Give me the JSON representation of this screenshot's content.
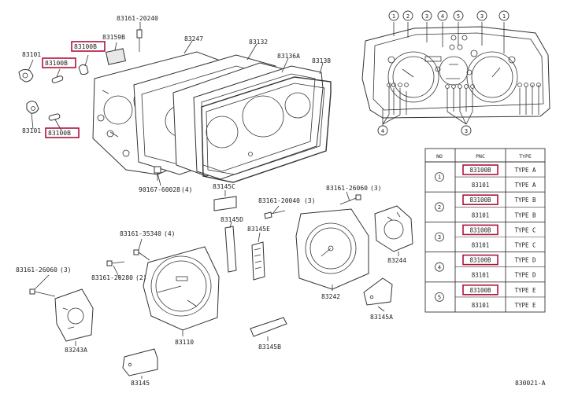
{
  "labels": {
    "p83101_top": "83101",
    "p83100B_a": "83100B",
    "p83100B_b": "83100B",
    "p83100B_c": "83100B",
    "p83101_bot": "83101",
    "p83161_20240": "83161-20240",
    "p83159B": "83159B",
    "p83247": "83247",
    "p83132": "83132",
    "p83136A": "83136A",
    "p83138": "83138",
    "p90167": "90167-60028",
    "p83145C": "83145C",
    "p83145D": "83145D",
    "p83145E": "83145E",
    "p83161_20040": "83161-20040",
    "p83161_26060a": "83161-26060",
    "p83161_35340": "83161-35340",
    "p83161_20280": "83161-20280",
    "p83161_26060b": "83161-26060",
    "p83110": "83110",
    "p83242": "83242",
    "p83244": "83244",
    "p83145A": "83145A",
    "p83145B": "83145B",
    "p83243A": "83243A",
    "p83145": "83145",
    "fig_code": "830021-A"
  },
  "qty": {
    "q90167": "(4)",
    "q20040": "(3)",
    "q26060a": "(3)",
    "q35340": "(4)",
    "q20280": "(2)",
    "q26060b": "(3)"
  },
  "bulb_callouts": [
    "1",
    "2",
    "3",
    "4",
    "5",
    "3",
    "1"
  ],
  "bottom_callouts": [
    "4",
    "3"
  ],
  "table": {
    "headers": [
      "NO",
      "PNC",
      "TYPE"
    ],
    "rows": [
      {
        "no": "1",
        "pnc": "83100B",
        "type": "TYPE A",
        "highlight": true
      },
      {
        "no": "",
        "pnc": "83101",
        "type": "TYPE A",
        "highlight": false
      },
      {
        "no": "2",
        "pnc": "83100B",
        "type": "TYPE B",
        "highlight": true
      },
      {
        "no": "",
        "pnc": "83101",
        "type": "TYPE B",
        "highlight": false
      },
      {
        "no": "3",
        "pnc": "83100B",
        "type": "TYPE C",
        "highlight": true
      },
      {
        "no": "",
        "pnc": "83101",
        "type": "TYPE C",
        "highlight": false
      },
      {
        "no": "4",
        "pnc": "83100B",
        "type": "TYPE D",
        "highlight": true
      },
      {
        "no": "",
        "pnc": "83101",
        "type": "TYPE D",
        "highlight": false
      },
      {
        "no": "5",
        "pnc": "83100B",
        "type": "TYPE E",
        "highlight": true
      },
      {
        "no": "",
        "pnc": "83101",
        "type": "TYPE E",
        "highlight": false
      }
    ]
  },
  "colors": {
    "highlight": "#b0123a",
    "line": "#333333"
  }
}
